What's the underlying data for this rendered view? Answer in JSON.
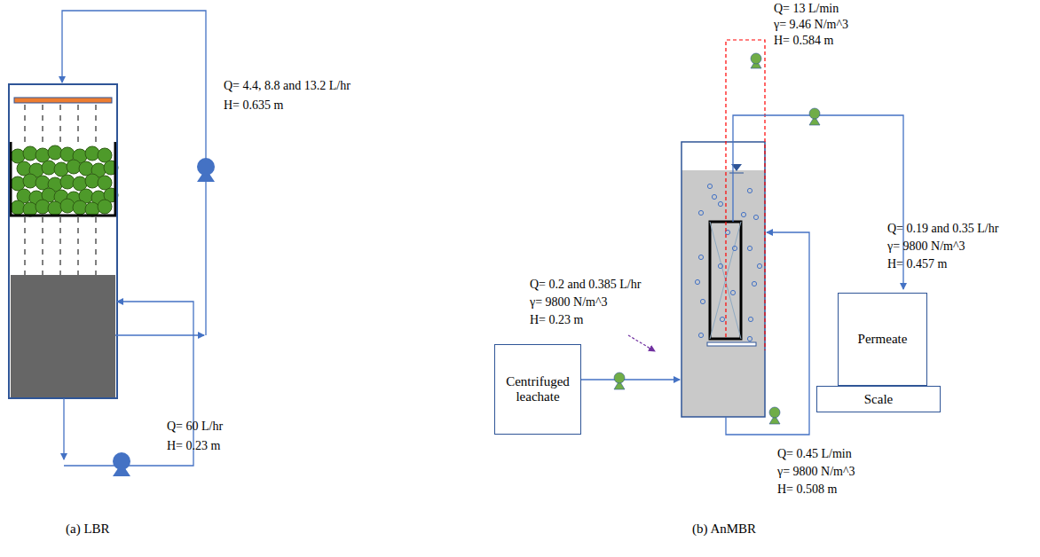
{
  "diagram": {
    "nodes": [
      {
        "text": [
          "Centrifuged leachate"
        ]
      },
      {
        "text": [
          "Permeate"
        ]
      },
      {
        "text": [
          "Scale"
        ]
      }
    ],
    "labels": [
      "Q= 4.4, 8.8 and 13.2 L/hr",
      "H= 0.635 m",
      "Q= 60 L/hr",
      "H= 0.23 m",
      "Q= 13 L/min",
      "γ= 9.46 N/m^3",
      "H= 0.584 m",
      "Q= 0.19 and 0.35 L/hr",
      "γ= 9800 N/m^3",
      "H= 0.457 m",
      "Q= 0.2 and 0.385 L/hr",
      "γ= 9800 N/m^3",
      "H= 0.23 m",
      "Q= 0.45 L/min",
      "γ= 9800 N/m^3",
      "H= 0.508 m",
      "(a) LBR",
      "(b) AnMBR"
    ]
  }
}
